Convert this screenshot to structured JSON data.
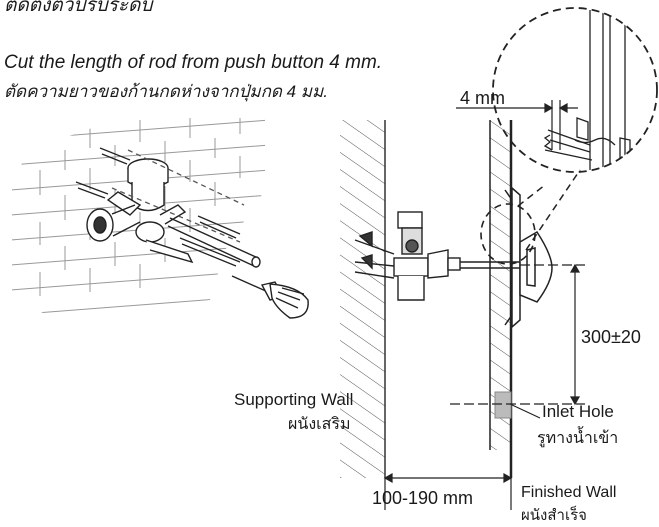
{
  "header_partial_text": "ติดตั้งตัวปรับระดับ",
  "instruction": {
    "english": "Cut the length of rod from push button 4 mm.",
    "thai": "ตัดความยาวของก้านกดห่างจากปุ่มกด  4 มม."
  },
  "dimensions": {
    "rod_gap": "4 mm",
    "height_from_inlet": "300±20",
    "wall_gap": "100-190 mm"
  },
  "labels": {
    "supporting_wall": "Supporting Wall",
    "supporting_wall_th": "ผนังเสริม",
    "inlet_hole": "Inlet Hole",
    "inlet_hole_th": "รูทางน้ำเข้า",
    "finished_wall": "Finished Wall",
    "finished_wall_th": "ผนังสำเร็จ"
  }
}
